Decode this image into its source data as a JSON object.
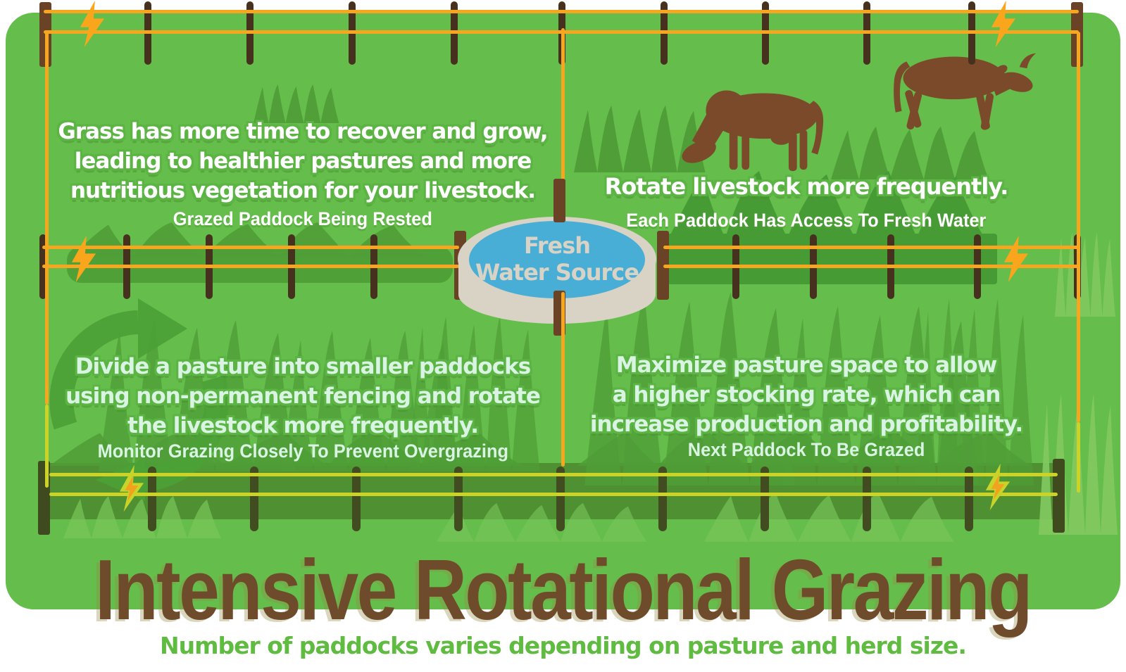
{
  "title": "Intensive Rotational Grazing",
  "subtitle": "Number of paddocks varies depending on pasture and herd size.",
  "water_source": {
    "line1": "Fresh",
    "line2": "Water Source"
  },
  "paddocks": {
    "top_left": {
      "heading_line1": "Grass has more time to recover and grow,",
      "heading_line2": "leading to healthier pastures and more",
      "heading_line3": "nutritious vegetation for your livestock.",
      "caption": "Grazed Paddock Being Rested"
    },
    "top_right": {
      "heading_line1": "Rotate livestock more frequently.",
      "caption": "Each Paddock Has Access To Fresh Water"
    },
    "bottom_left": {
      "heading_line1": "Divide a pasture into smaller paddocks",
      "heading_line2": "using non-permanent fencing and rotate",
      "heading_line3": "the livestock more frequently.",
      "caption": "Monitor Grazing Closely To Prevent Overgrazing"
    },
    "bottom_right": {
      "heading_line1": "Maximize pasture space to allow",
      "heading_line2": "a higher stocking rate, which can",
      "heading_line3": "increase production and profitability.",
      "caption": "Next Paddock To Be Grazed"
    }
  },
  "icons": {
    "lightning_bolt": "⚡",
    "rotation_arrows": "↻",
    "cow_grazing": "cow-silhouette-grazing",
    "cow_walking": "cow-silhouette-walking",
    "water_trough": "water-trough-cylinder",
    "grass_tuft": "grass-blades"
  },
  "colors": {
    "pasture_green": "#65bd4b",
    "grass_dark_green": "#4f9e37",
    "fence_wire_orange": "#f7a71f",
    "temp_fence_wire_lime": "#cdd226",
    "post_dark_brown": "#46311f",
    "corner_post_brown": "#6a4226",
    "temp_post_olive": "#414c20",
    "cow_brown": "#7b4a2b",
    "water_blue": "#48aed6",
    "trough_gray": "#d9d3c5",
    "title_brown": "#6e4b2a",
    "subtitle_green": "#5fbc41",
    "heading_white": "#ffffff",
    "heading_mint": "#d9f4e2",
    "text_outline_green": "#5bb443"
  }
}
